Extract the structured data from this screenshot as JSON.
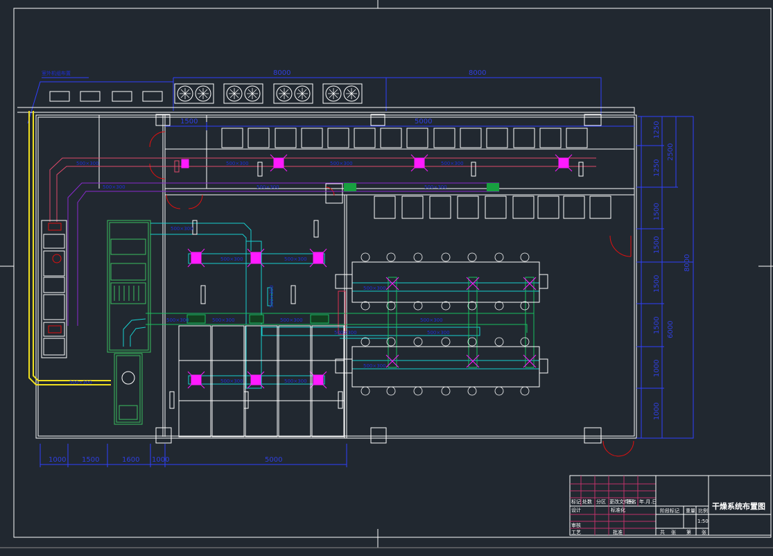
{
  "drawing": {
    "title": "干燥系统布置图",
    "scale": "1:50",
    "outdoor_unit_label": "室外机组布置",
    "colors": {
      "background": "#212830",
      "wall": "#ffffff",
      "dimension": "#2f3fe0",
      "supply_duct": "#e04a6a",
      "return_duct": "#8a2ad0",
      "fresh_duct": "#18d0d0",
      "exhaust_duct": "#18c060",
      "diffuser": "#ff1aff",
      "refrigerant_pipe": "#f0e020",
      "title_grid": "#c0326a"
    }
  },
  "dimensions": {
    "top": [
      "8000",
      "8000"
    ],
    "upper": [
      "1500",
      "5000"
    ],
    "bottom": [
      "1000",
      "1500",
      "1600",
      "1000",
      "5000"
    ],
    "right": [
      "1250",
      "1250",
      "1500",
      "1500",
      "1500",
      "1500",
      "1000",
      "1000"
    ],
    "right_totals": [
      "2500",
      "8000",
      "6000"
    ]
  },
  "duct_labels": [
    "500×300",
    "500×300",
    "500×300",
    "500×300",
    "500×300",
    "500×300",
    "500×300",
    "500×300",
    "500×300",
    "500×300",
    "500×300",
    "500×300",
    "500×300",
    "500×300",
    "500×300",
    "500×300",
    "500×300",
    "500×300",
    "500×300",
    "500×300",
    "500×300",
    "500×300"
  ],
  "title_block": {
    "labels": [
      "标记",
      "处数",
      "分区",
      "更改文件号",
      "签名",
      "年.月.日"
    ],
    "rows": [
      "设计",
      "标准化",
      "审核",
      "工艺",
      "批准"
    ],
    "cols": [
      "阶段标记",
      "重量",
      "比例"
    ],
    "footer": [
      "共",
      "张",
      "第",
      "张"
    ]
  }
}
